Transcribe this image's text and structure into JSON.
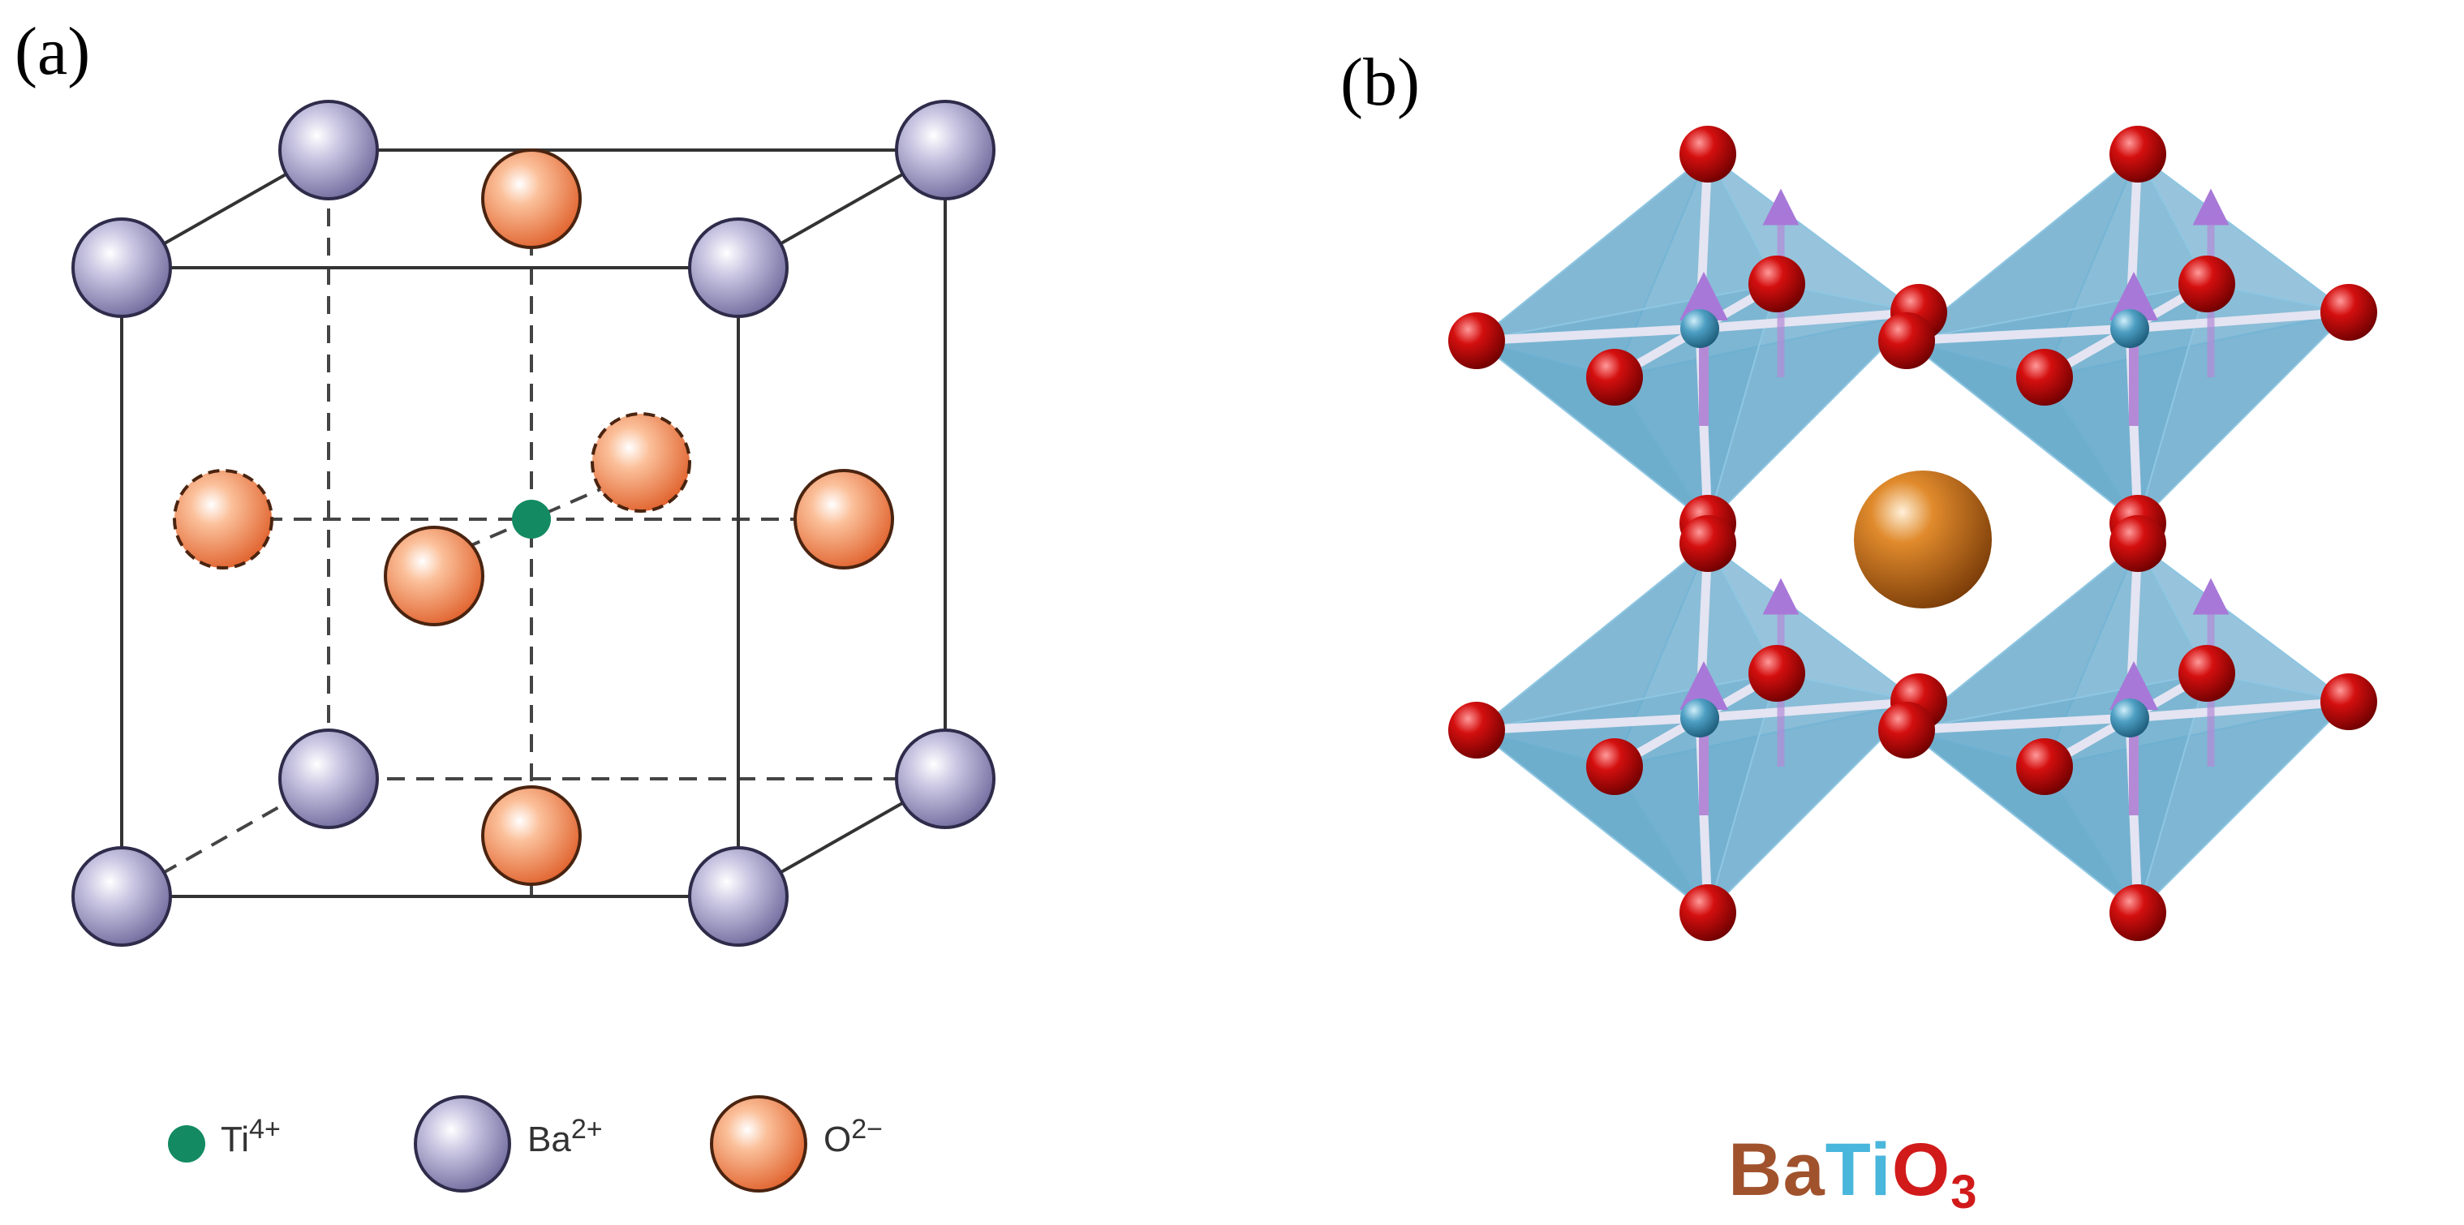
{
  "panel_a": {
    "label": "(a)",
    "legend": [
      {
        "ion": "Ti",
        "charge": "4+",
        "color": "#138a62"
      },
      {
        "ion": "Ba",
        "charge": "2+",
        "color": "#9d98c2"
      },
      {
        "ion": "O",
        "charge": "2−",
        "color": "#f08a58"
      }
    ]
  },
  "panel_b": {
    "label": "(b)",
    "formula": [
      {
        "text": "Ba",
        "color": "#a0522d",
        "sub": ""
      },
      {
        "text": "Ti",
        "color": "#49b6dc",
        "sub": ""
      },
      {
        "text": "O",
        "color": "#d11a1a",
        "sub": "3"
      }
    ]
  },
  "colors": {
    "barium": "#9d98c2",
    "oxygen": "#f08a58",
    "titanium": "#138a62",
    "octahedron": "#5ea4c8",
    "oxygen_b": "#cc0000",
    "barium_b": "#c8701e",
    "polarization_arrow": "#b48ad6"
  }
}
